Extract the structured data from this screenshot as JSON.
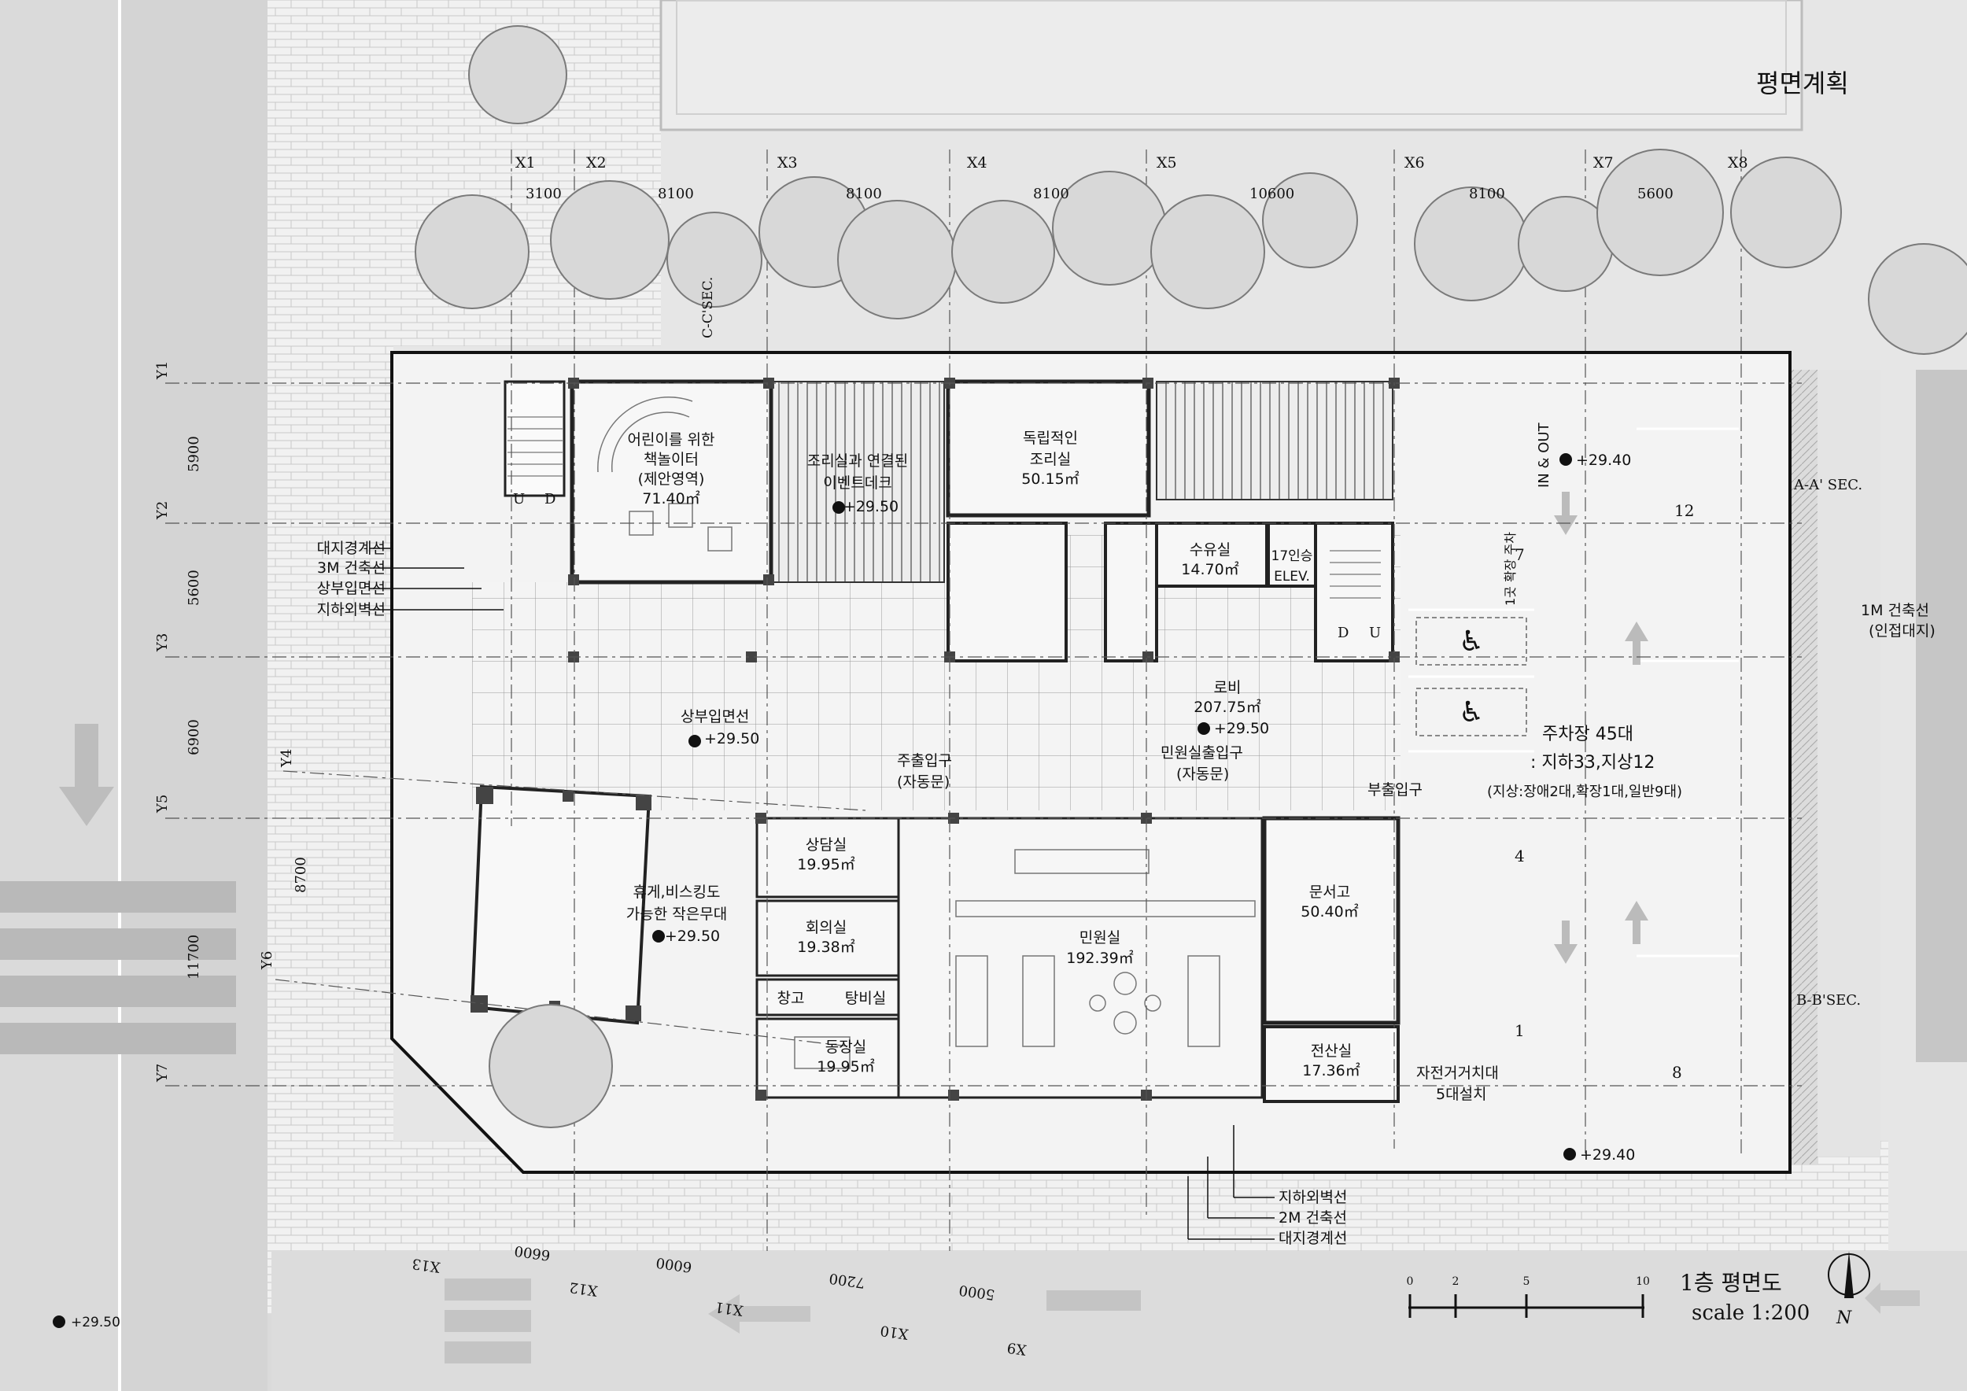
{
  "title": "평면계획",
  "drawing": {
    "name": "1층 평면도",
    "scale": "scale 1:200",
    "north": "N",
    "scalebar": [
      "0",
      "2",
      "5",
      "10"
    ]
  },
  "grid_top": {
    "labels": [
      "X1",
      "X2",
      "X3",
      "X4",
      "X5",
      "X6",
      "X7",
      "X8"
    ],
    "dims": [
      "3100",
      "8100",
      "8100",
      "8100",
      "10600",
      "8100",
      "5600"
    ]
  },
  "grid_left": {
    "labels": [
      "Y1",
      "Y2",
      "Y3",
      "Y4",
      "Y5",
      "Y6",
      "Y7"
    ],
    "dims": [
      "5900",
      "5600",
      "6900",
      "8700",
      "11700"
    ]
  },
  "grid_bottom": {
    "labels": [
      "X13",
      "X12",
      "X11",
      "X10",
      "X9"
    ],
    "dims": [
      "6600",
      "6000",
      "7200",
      "5000"
    ]
  },
  "section_marks": {
    "cc": "C-C'SEC.",
    "aa": "A-A' SEC.",
    "bb": "B-B'SEC."
  },
  "rooms": {
    "kids": {
      "l1": "어린이를 위한",
      "l2": "책놀이터",
      "l3": "(제안영역)",
      "area": "71.40㎡"
    },
    "deck": {
      "l1": "조리실과 연결된",
      "l2": "이벤트데크",
      "level": "+29.50"
    },
    "kitchen": {
      "l1": "독립적인",
      "l2": "조리실",
      "area": "50.15㎡"
    },
    "nursing": {
      "name": "수유실",
      "area": "14.70㎡"
    },
    "elev": {
      "l1": "17인승",
      "l2": "ELEV."
    },
    "lobby": {
      "name": "로비",
      "area": "207.75㎡",
      "level": "+29.50"
    },
    "consult": {
      "name": "상담실",
      "area": "19.95㎡"
    },
    "meeting": {
      "name": "회의실",
      "area": "19.38㎡"
    },
    "storage": {
      "name": "창고"
    },
    "pantry": {
      "name": "탕비실"
    },
    "dongjang": {
      "name": "동장실",
      "area": "19.95㎡"
    },
    "civil": {
      "name": "민원실",
      "area": "192.39㎡"
    },
    "archive": {
      "name": "문서고",
      "area": "50.40㎡"
    },
    "server": {
      "name": "전산실",
      "area": "17.36㎡"
    },
    "stage": {
      "l1": "휴게,비스킹도",
      "l2": "가능한 작은무대",
      "level": "+29.50"
    }
  },
  "labels": {
    "setback_line": "상부입면선",
    "setback_level": "+29.50",
    "main_entry": "주출입구",
    "main_entry_sub": "(자동문)",
    "civil_entry": "민원실출입구",
    "civil_entry_sub": "(자동문)",
    "sub_entry": "부출입구",
    "parking_title": "주차장 45대",
    "parking_sub": ": 지하33,지상12",
    "parking_detail": "(지상:장애2대,확장1대,일반9대)",
    "in_out": "IN & OUT",
    "level_top": "+29.40",
    "level_bottom": "+29.40",
    "level_corner": "+29.50",
    "bike_l1": "자전거거치대",
    "bike_l2": "5대설치",
    "expand": "1곳 확장 주차",
    "setback_1m": "1M 건축선",
    "setback_1m_sub": "(인접대지)",
    "stair_u1": "U",
    "stair_d1": "D",
    "stair_d2": "D",
    "stair_u2": "U",
    "park_12": "12",
    "park_7": "7",
    "park_4": "4",
    "park_1": "1",
    "park_8": "8"
  },
  "legend_left": [
    "대지경계선",
    "3M 건축선",
    "상부입면선",
    "지하외벽선"
  ],
  "legend_bottom": [
    "지하외벽선",
    "2M 건축선",
    "대지경계선"
  ]
}
